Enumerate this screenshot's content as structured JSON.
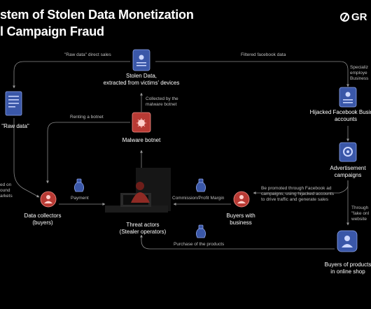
{
  "title_line1": "stem of Stolen Data Monetization",
  "title_line2": "l Campaign Fraud",
  "logo_text": "GR",
  "nodes": {
    "stolen_data": [
      "Stolen Data,",
      "extracted from victims' devices"
    ],
    "raw_data": "\"Raw data\"",
    "malware_botnet": "Malware botnet",
    "hijacked_fb": [
      "Hijacked Facebook Business",
      "accounts"
    ],
    "ad_campaigns": [
      "Advertisement",
      "campaigns"
    ],
    "data_collectors": [
      "Data collectors",
      "(buyers)"
    ],
    "threat_actors": [
      "Threat actors",
      "(Stealer operators)"
    ],
    "buyers_business": [
      "Buyers with",
      "business"
    ],
    "buyers_products": [
      "Buyers of products",
      "in online shop"
    ]
  },
  "edges": {
    "raw_direct_sales": "\"Raw data\" direct sales",
    "filtered_fb": "Filtered facebook data",
    "specialized": [
      "Specializ",
      "employe",
      "Business"
    ],
    "collected_by": [
      "Collected by the",
      "malware botnet"
    ],
    "renting_botnet": "Renting a botnet",
    "left_partial": [
      "ed on",
      "ound",
      "arkets"
    ],
    "payment": "Payment",
    "commission": "Commission/Profit Margin",
    "promoted": [
      "Be promoted through Facebook ad",
      "campaigns, using hijacked accounts",
      "to drive traffic and generate sales"
    ],
    "through": [
      "Through",
      "\"fake onl",
      "website"
    ],
    "purchase": "Purchase of the products"
  },
  "colors": {
    "background": "#000000",
    "accent_red": "#e0463f",
    "accent_blue": "#4f6cc4",
    "line": "#8a8a8a"
  }
}
